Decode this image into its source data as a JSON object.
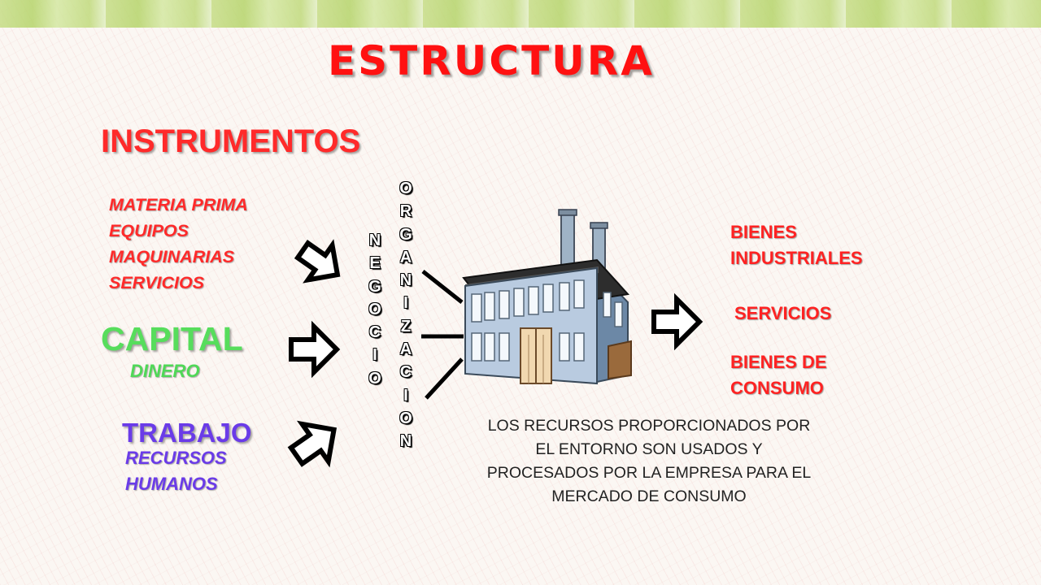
{
  "title": "ESTRUCTURA",
  "instrumentos": {
    "heading": "INSTRUMENTOS",
    "items": [
      "MATERIA PRIMA",
      "EQUIPOS",
      "MAQUINARIAS",
      "SERVICIOS"
    ]
  },
  "capital": {
    "heading": "CAPITAL",
    "sub": "DINERO"
  },
  "trabajo": {
    "heading": "TRABAJO",
    "sub": [
      "RECURSOS",
      "HUMANOS"
    ]
  },
  "vertical_words": {
    "negocio": [
      "N",
      "E",
      "G",
      "O",
      "C",
      "I",
      "O"
    ],
    "organizacion": [
      "O",
      "R",
      "G",
      "A",
      "N",
      "I",
      "Z",
      "A",
      "C",
      "I",
      "O",
      "N"
    ]
  },
  "outputs": {
    "bienes_industriales": [
      "BIENES",
      "INDUSTRIALES"
    ],
    "servicios": "SERVICIOS",
    "bienes_consumo": [
      "BIENES DE",
      "CONSUMO"
    ]
  },
  "description": [
    "LOS RECURSOS PROPORCIONADOS POR",
    "EL ENTORNO SON USADOS Y",
    "PROCESADOS POR LA EMPRESA PARA EL",
    "MERCADO DE CONSUMO"
  ],
  "icons": [
    "arrow-down-right-icon",
    "arrow-right-icon",
    "arrow-up-right-icon",
    "factory-icon"
  ],
  "colors": {
    "title": "#ff1111",
    "instrumentos": "#ff2a2a",
    "capital": "#57dd5c",
    "trabajo": "#6a3be8",
    "outputs": "#ff2222",
    "top_band": "#c6dd86"
  }
}
